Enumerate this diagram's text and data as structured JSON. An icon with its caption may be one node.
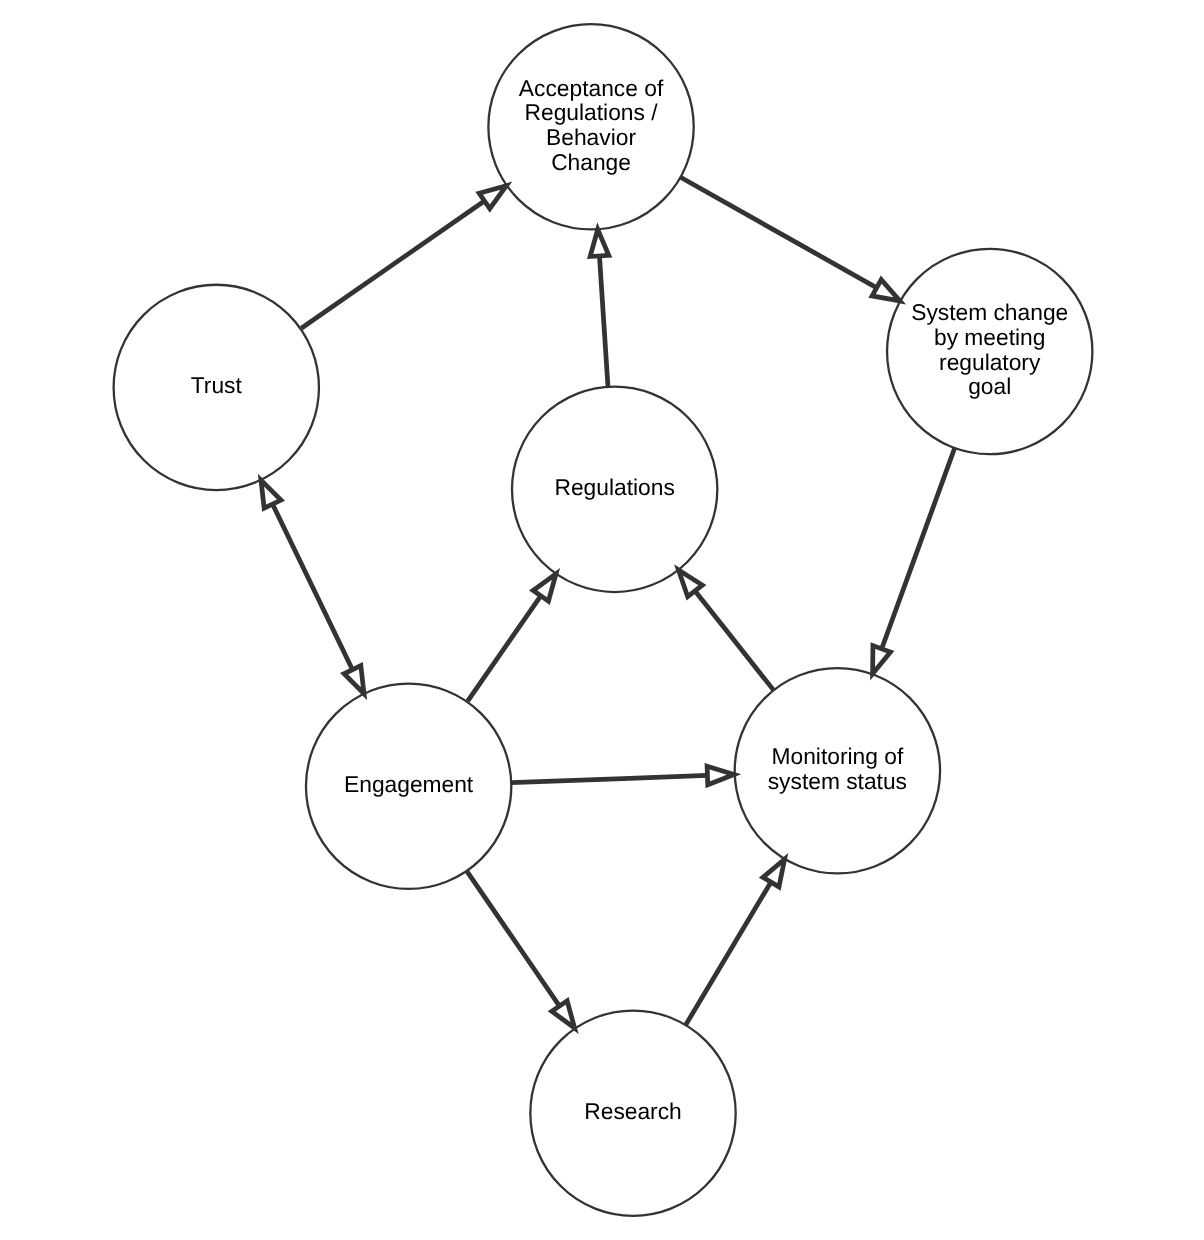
{
  "diagram": {
    "nodes": [
      {
        "text": [
          "Research"
        ]
      },
      {
        "text": [
          "Monitoring of system status"
        ]
      },
      {
        "text": [
          "Engagement"
        ]
      },
      {
        "text": [
          "Regulations"
        ]
      },
      {
        "text": [
          "System change by meeting regulatory goal"
        ]
      },
      {
        "text": [
          "Trust"
        ]
      },
      {
        "text": [
          "Acceptance of Regulations / Behavior Change"
        ]
      }
    ],
    "edges": [
      {
        "from": 0,
        "to": 1,
        "arrow": "to"
      },
      {
        "from": 2,
        "to": 0,
        "arrow": "to"
      },
      {
        "from": 2,
        "to": 1,
        "arrow": "to"
      },
      {
        "from": 1,
        "to": 3,
        "arrow": "to"
      },
      {
        "from": 2,
        "to": 3,
        "arrow": "to"
      },
      {
        "from": 2,
        "to": 5,
        "arrow": "both"
      },
      {
        "from": 3,
        "to": 6,
        "arrow": "to"
      },
      {
        "from": 4,
        "to": 1,
        "arrow": "to"
      },
      {
        "from": 6,
        "to": 4,
        "arrow": "to"
      },
      {
        "from": 5,
        "to": 6,
        "arrow": "to"
      }
    ]
  }
}
